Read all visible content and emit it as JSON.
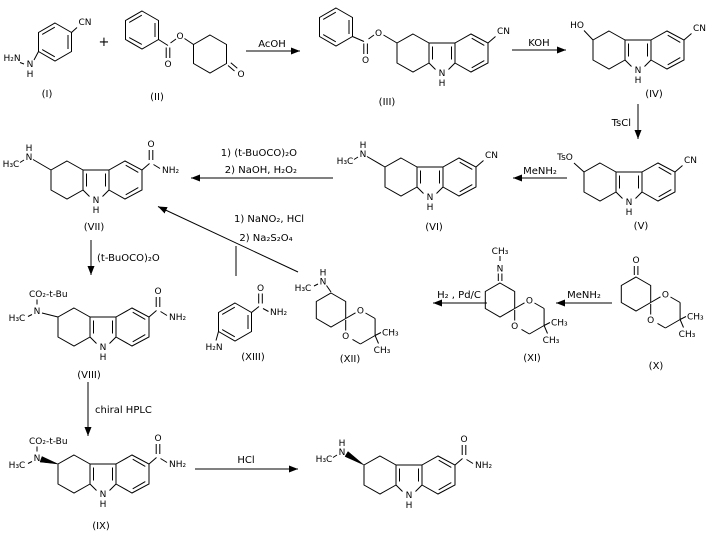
{
  "core": {
    "n": "N",
    "h": "H"
  },
  "misc": {
    "plus": "+"
  },
  "reagents": {
    "acoh": "AcOH",
    "koh": "KOH",
    "tscl": "TsCl",
    "menh2_v": "MeNH₂",
    "boc_step": "1) (t-BuOCO)₂O",
    "naoh_step": "2) NaOH, H₂O₂",
    "nano2_step": "1) NaNO₂, HCl",
    "dithionite_step": "2) Na₂S₂O₄",
    "boc2": "(t-BuOCO)₂O",
    "h2pdc": "H₂ , Pd/C",
    "menh2_x": "MeNH₂",
    "hplc": "chiral HPLC",
    "hcl": "HCl"
  },
  "compounds": {
    "i": {
      "label": "(I)",
      "atoms": {
        "h2n": "H₂N",
        "n": "N",
        "h": "H",
        "cn": "CN"
      }
    },
    "ii": {
      "label": "(II)",
      "atoms": {
        "o_carbonyl": "O",
        "o_ester": "O",
        "o_ketone": "O"
      }
    },
    "iii": {
      "label": "(III)",
      "atoms": {
        "o_carbonyl": "O",
        "o_ester": "O",
        "cn": "CN"
      }
    },
    "iv": {
      "label": "(IV)",
      "atoms": {
        "ho": "HO",
        "cn": "CN"
      }
    },
    "v": {
      "label": "(V)",
      "atoms": {
        "tso": "TsO",
        "cn": "CN"
      }
    },
    "vi": {
      "label": "(VI)",
      "atoms": {
        "h3c": "H₃C",
        "n": "N",
        "h": "H",
        "cn": "CN"
      }
    },
    "vii": {
      "label": "(VII)",
      "atoms": {
        "h3c": "H₃C",
        "n": "N",
        "h": "H",
        "o": "O",
        "nh2": "NH₂"
      }
    },
    "viii": {
      "label": "(VIII)",
      "atoms": {
        "h3c": "H₃C",
        "n": "N",
        "boc": "CO₂-t-Bu",
        "o": "O",
        "nh2": "NH₂"
      }
    },
    "ix": {
      "label": "(IX)",
      "atoms": {
        "h3c": "H₃C",
        "n": "N",
        "boc": "CO₂-t-Bu",
        "o": "O",
        "nh2": "NH₂"
      }
    },
    "x": {
      "label": "(X)",
      "atoms": {
        "o": "O",
        "o1": "O",
        "o2": "O",
        "ch3a": "CH₃",
        "ch3b": "CH₃"
      }
    },
    "xi": {
      "label": "(XI)",
      "atoms": {
        "ch3": "CH₃",
        "n": "N",
        "o1": "O",
        "o2": "O",
        "ch3a": "CH₃",
        "ch3b": "CH₃"
      }
    },
    "xii": {
      "label": "(XII)",
      "atoms": {
        "h3c": "H₃C",
        "n": "N",
        "h": "H",
        "o1": "O",
        "o2": "O",
        "ch3a": "CH₃",
        "ch3b": "CH₃"
      }
    },
    "xiii": {
      "label": "(XIII)",
      "atoms": {
        "h2n": "H₂N",
        "o": "O",
        "nh2": "NH₂"
      }
    },
    "product": {
      "atoms": {
        "h3c": "H₃C",
        "n": "N",
        "h": "H",
        "o": "O",
        "nh2": "NH₂"
      }
    }
  }
}
